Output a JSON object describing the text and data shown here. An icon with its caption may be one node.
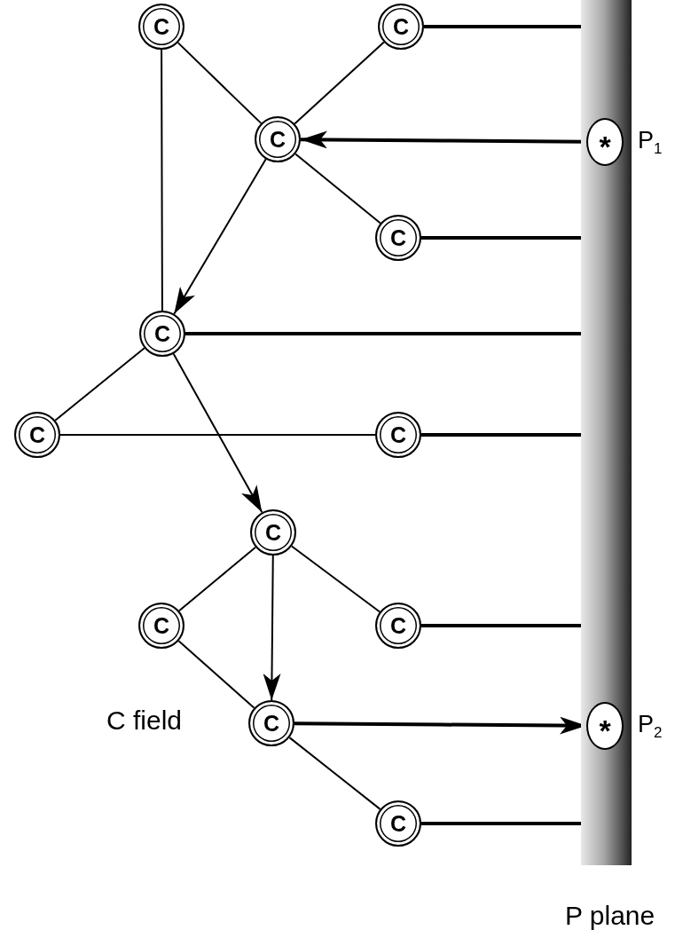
{
  "diagram": {
    "nodes": [
      {
        "text": [
          "C"
        ]
      },
      {
        "text": [
          "C"
        ]
      },
      {
        "text": [
          "C"
        ]
      },
      {
        "text": [
          "C"
        ]
      },
      {
        "text": [
          "C"
        ]
      },
      {
        "text": [
          "C"
        ]
      },
      {
        "text": [
          "C"
        ]
      },
      {
        "text": [
          "C"
        ]
      },
      {
        "text": [
          "C"
        ]
      },
      {
        "text": [
          "C"
        ]
      },
      {
        "text": [
          "C"
        ]
      },
      {
        "text": [
          "C"
        ]
      },
      {
        "text": [
          "*"
        ],
        "beside": [
          "P$_{1}$"
        ],
        "in": 14
      },
      {
        "text": [
          "*"
        ],
        "beside": [
          "P$_{2}$"
        ],
        "in": 14
      },
      {
        "text": [
          "P plane"
        ]
      }
    ],
    "edges": [
      {
        "from": 0,
        "to": 2,
        "arrow": "none"
      },
      {
        "from": 1,
        "to": 2,
        "arrow": "none"
      },
      {
        "from": 2,
        "to": 3,
        "arrow": "none"
      },
      {
        "from": 0,
        "to": 4,
        "arrow": "none"
      },
      {
        "from": 2,
        "to": 4,
        "arrow": "to"
      },
      {
        "from": 4,
        "to": 5,
        "arrow": "none"
      },
      {
        "from": 5,
        "to": 6,
        "arrow": "none"
      },
      {
        "from": 4,
        "to": 7,
        "arrow": "to"
      },
      {
        "from": 7,
        "to": 8,
        "arrow": "none"
      },
      {
        "from": 7,
        "to": 9,
        "arrow": "none"
      },
      {
        "from": 7,
        "to": 10,
        "arrow": "to"
      },
      {
        "from": 8,
        "to": 10,
        "arrow": "none"
      },
      {
        "from": 10,
        "to": 11,
        "arrow": "none"
      },
      {
        "from": 12,
        "to": 2,
        "arrow": "to",
        "style": "thick"
      },
      {
        "from": 10,
        "to": 13,
        "arrow": "to",
        "style": "thick"
      },
      {
        "from": 1,
        "to": 14,
        "arrow": "none",
        "style": "thick"
      },
      {
        "from": 3,
        "to": 14,
        "arrow": "none",
        "style": "thick"
      },
      {
        "from": 4,
        "to": 14,
        "arrow": "none",
        "style": "thick"
      },
      {
        "from": 6,
        "to": 14,
        "arrow": "none",
        "style": "thick"
      },
      {
        "from": 9,
        "to": 14,
        "arrow": "none",
        "style": "thick"
      },
      {
        "from": 11,
        "to": 14,
        "arrow": "none",
        "style": "thick"
      }
    ],
    "labels": [
      "C field"
    ]
  }
}
